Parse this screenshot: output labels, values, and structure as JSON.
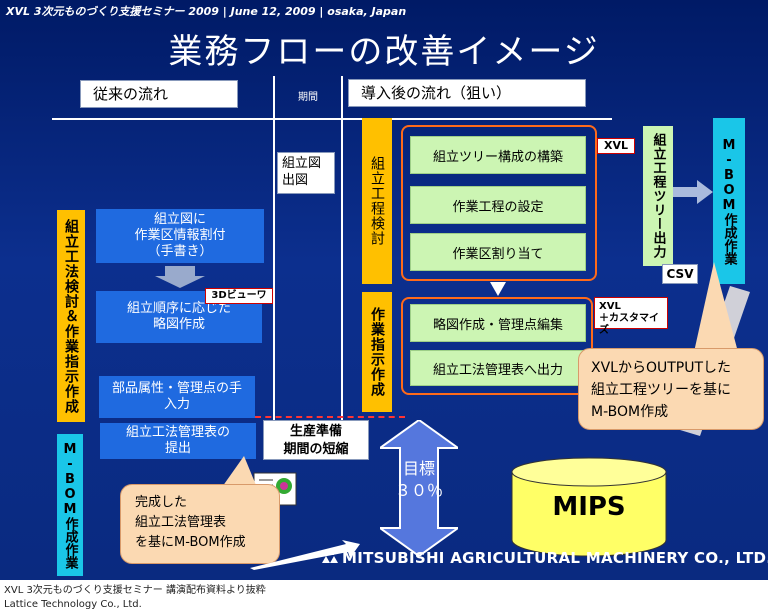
{
  "header": {
    "text": "XVL 3次元ものづくり支援セミナー 2009  |  June 12, 2009  |  osaka, Japan"
  },
  "title": "業務フローの改善イメージ",
  "columns": {
    "before": "従来の流れ",
    "period": "期間",
    "after": "導入後の流れ（狙い）"
  },
  "before": {
    "drawing_box": "組立図\n出図",
    "vertical_method": "組立工法検討＆作業指示作成",
    "vertical_mbom": "M-BOM作成作業",
    "steps": [
      "組立図に\n作業区情報割付\n（手書き）",
      "組立順序に応じた\n略図作成",
      "部品属性・管理点の手\n入力",
      "組立工法管理表の\n提出"
    ],
    "badge_3d": "3Dビューワ",
    "callout": "完成した\n組立工法管理表\nを基にM-BOM作成"
  },
  "after": {
    "vertical_process": "組立工程検討",
    "vertical_instruction": "作業指示作成",
    "group1": [
      "組立ツリー構成の構築",
      "作業工程の設定",
      "作業区割り当て"
    ],
    "group2": [
      "略図作成・管理点編集",
      "組立工法管理表へ出力"
    ],
    "badge_xvl": "XVL",
    "badge_xvl_custom": "XVL\n＋カスタマイズ",
    "output_vertical": "組立工程ツリー出力",
    "mbom_vertical": "M-BOM作成作業",
    "csv": "CSV",
    "callout": "XVLからOUTPUTした\n組立工程ツリーを基に\nM-BOM作成"
  },
  "center": {
    "shorten": "生産準備\n期間の短縮",
    "target": "目標\n３０％"
  },
  "mips": "MIPS",
  "company": "MITSUBISHI AGRICULTURAL MACHINERY CO., LTD.",
  "footer": {
    "line1": "XVL 3次元ものづくり支援セミナー  講演配布資料より抜粋",
    "line2": "Lattice Technology Co., Ltd."
  },
  "colors": {
    "background": "#0c2f8e",
    "step_blue": "#1f6ae0",
    "yellow": "#ffc000",
    "cyan": "#1ac6e8",
    "green": "#ccf5b3",
    "orange": "#ff6a1a",
    "callout": "#fbd9b2",
    "mips": "#ffff66"
  }
}
